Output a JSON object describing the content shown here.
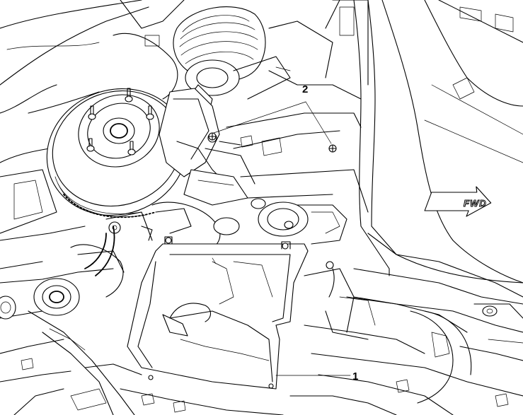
{
  "callouts": [
    {
      "id": "1",
      "text": "1"
    },
    {
      "id": "2",
      "text": "2"
    }
  ],
  "direction_arrow": {
    "text": "FWD"
  },
  "colors": {
    "line": "#000000",
    "background": "#ffffff"
  }
}
